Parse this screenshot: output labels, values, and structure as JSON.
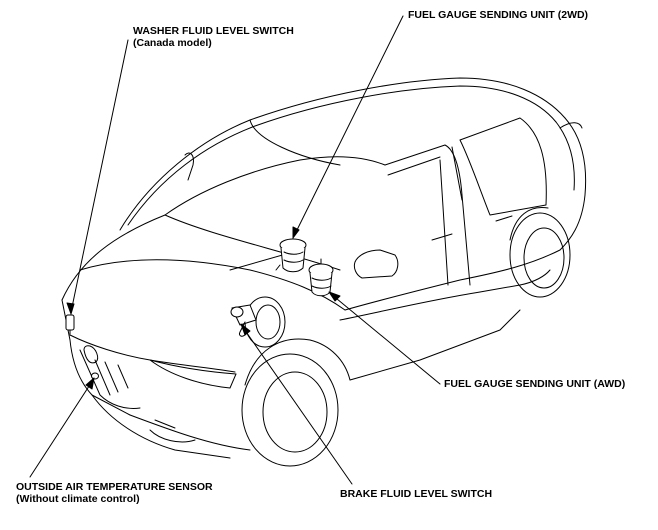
{
  "labels": {
    "washer": {
      "line1": "WASHER FLUID LEVEL SWITCH",
      "line2": "(Canada model)"
    },
    "fuel_2wd": {
      "line1": "FUEL GAUGE SENDING UNIT (2WD)"
    },
    "fuel_awd": {
      "line1": "FUEL GAUGE SENDING UNIT (AWD)"
    },
    "outside_air": {
      "line1": "OUTSIDE AIR TEMPERATURE SENSOR",
      "line2": "(Without climate control)"
    },
    "brake": {
      "line1": "BRAKE FLUID LEVEL SWITCH"
    }
  },
  "colors": {
    "line": "#000000",
    "background": "#ffffff",
    "component_fill": "#ffffff"
  }
}
